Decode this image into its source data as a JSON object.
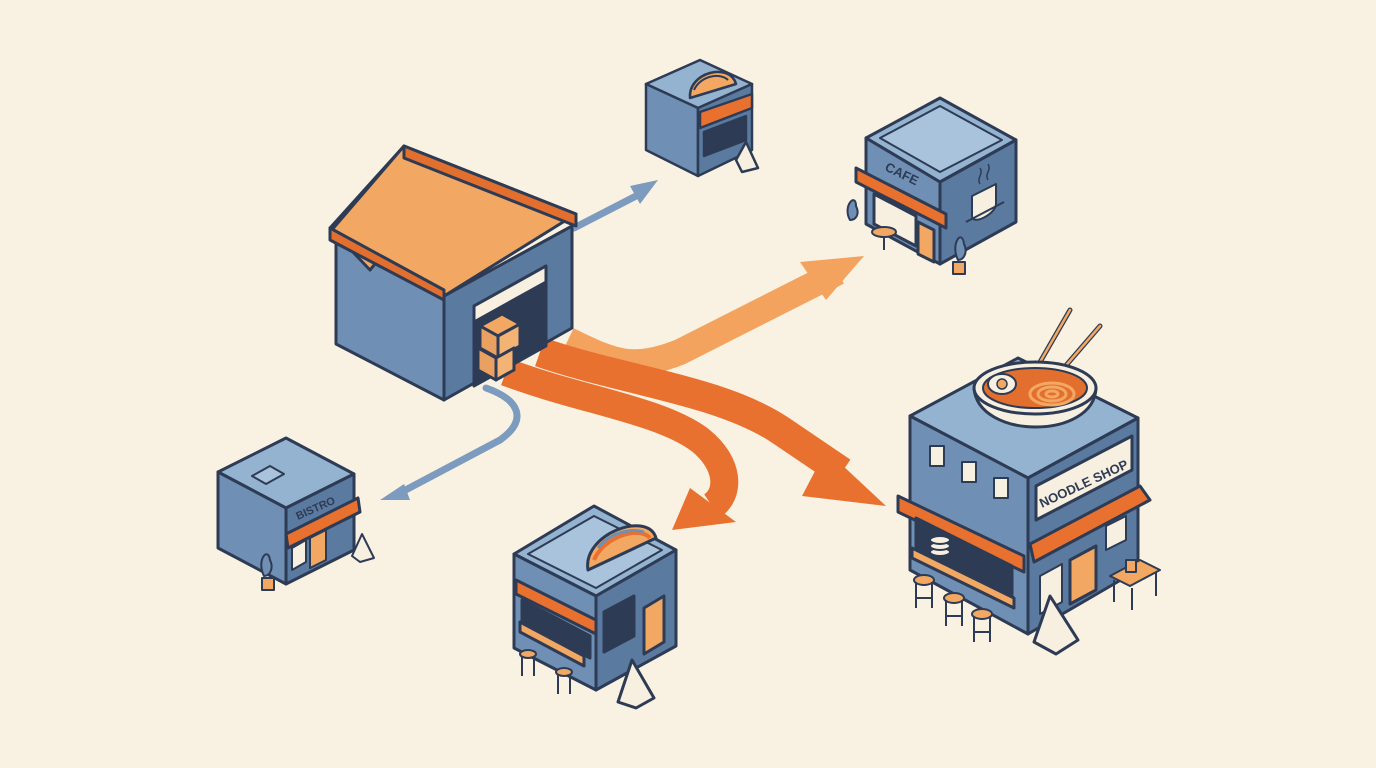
{
  "colors": {
    "background": "#f9f2e2",
    "outline": "#2e3b55",
    "building_front": "#6f8fb4",
    "building_side": "#5a7aa0",
    "building_top": "#93b3d0",
    "roof_light": "#f2a862",
    "roof_dark": "#e36f2f",
    "primary_flow": "#e9712f",
    "secondary_flow": "#f3a35e",
    "minor_flow": "#7d9bbf"
  },
  "nodes": [
    {
      "id": "warehouse",
      "icon": "warehouse-icon",
      "label": ""
    },
    {
      "id": "taco-kiosk-top",
      "icon": "taco-icon",
      "label": ""
    },
    {
      "id": "cafe",
      "icon": "coffee-cup-icon",
      "label": "CAFE"
    },
    {
      "id": "noodle-shop",
      "icon": "ramen-bowl-icon",
      "label": "NOODLE SHOP"
    },
    {
      "id": "taco-stand",
      "icon": "taco-icon",
      "label": ""
    },
    {
      "id": "bistro",
      "icon": "storefront-icon",
      "label": "BISTRO"
    }
  ],
  "flows": [
    {
      "from": "warehouse",
      "to": "taco-kiosk-top",
      "style": "minor"
    },
    {
      "from": "warehouse",
      "to": "cafe",
      "style": "secondary"
    },
    {
      "from": "warehouse",
      "to": "noodle-shop",
      "style": "primary"
    },
    {
      "from": "warehouse",
      "to": "taco-stand",
      "style": "primary"
    },
    {
      "from": "warehouse",
      "to": "bistro",
      "style": "minor"
    }
  ]
}
